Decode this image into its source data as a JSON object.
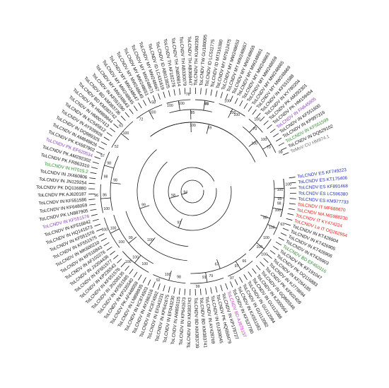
{
  "tree": {
    "colors": {
      "default": "#111111",
      "blue": "#1f2fb5",
      "red": "#e0201b",
      "green": "#2e8b2e",
      "magenta": "#cc33cc",
      "purple": "#8b3fbf",
      "gray": "#6e6e6e"
    },
    "leaves": [
      {
        "label": "ToLCNDV ES KF749223",
        "color": "blue"
      },
      {
        "label": "ToLCNDV ES KT175406",
        "color": "blue"
      },
      {
        "label": "ToLCNDV ES KF891468",
        "color": "blue"
      },
      {
        "label": "ToLCNDV ES LC596380",
        "color": "blue"
      },
      {
        "label": "ToLCNDV ES KM977733",
        "color": "blue"
      },
      {
        "label": "ToLCNDV IT MF688670",
        "color": "red"
      },
      {
        "label": "ToLCNDV MA MG988230",
        "color": "red"
      },
      {
        "label": "ToLCNDV IT KY474224",
        "color": "red"
      },
      {
        "label": "ToLCNDV Le IT OQ262954",
        "color": "red"
      },
      {
        "label": "ToLCNDV IN KT426904",
        "color": "default"
      },
      {
        "label": "ToLCNDV IN KT426905",
        "color": "default"
      },
      {
        "label": "ToLCNDV IN KT426906",
        "color": "default"
      },
      {
        "label": "ToLCNDV IN KT426903",
        "color": "default"
      },
      {
        "label": "ToLCNDV BD EF450316",
        "color": "green"
      },
      {
        "label": "ToLCNDV PK KF191047",
        "color": "default"
      },
      {
        "label": "ToLCNDV PK DQ116883",
        "color": "default"
      },
      {
        "label": "ToLCNDV IN KF264185",
        "color": "default"
      },
      {
        "label": "ToLCNDV IN KJ778694",
        "color": "default"
      },
      {
        "label": "ToLCNDV PK KF602409",
        "color": "default"
      },
      {
        "label": "ToLCNDV IN GQ865546",
        "color": "default"
      },
      {
        "label": "ToLCNDV IN KJ000564",
        "color": "default"
      },
      {
        "label": "ToLCNDV IN GU112088",
        "color": "default"
      },
      {
        "label": "ToLCNDV IN GU112084",
        "color": "default"
      },
      {
        "label": "ToLCNDV IN GU112082",
        "color": "default"
      },
      {
        "label": "ToLCNDV IN KX551582",
        "color": "default"
      },
      {
        "label": "ToLCNDV IN KF537780",
        "color": "default"
      },
      {
        "label": "ToLCNDV BD AJ875157",
        "color": "magenta"
      },
      {
        "label": "ToLCNDV IN KP178727",
        "color": "default"
      },
      {
        "label": "ToLCNDV PK HQ658479",
        "color": "default"
      },
      {
        "label": "ToLCNDV IN EU309045",
        "color": "default"
      },
      {
        "label": "ToLCNDV IN AY428769",
        "color": "default"
      },
      {
        "label": "ToLCNDV BD KM383741",
        "color": "default"
      },
      {
        "label": "ToLCNDV BD KM383739",
        "color": "default"
      },
      {
        "label": "ToLCNDV BD KM383743",
        "color": "default"
      },
      {
        "label": "ToLCNDV IN KP641673",
        "color": "default"
      },
      {
        "label": "ToLCNDV IN AM850115",
        "color": "default"
      },
      {
        "label": "ToLCNDV IN EF043230",
        "color": "default"
      },
      {
        "label": "ToLCNDV IN KP641675",
        "color": "default"
      },
      {
        "label": "ToLCNDV IN EF043231",
        "color": "default"
      },
      {
        "label": "ToLCNDV IN KC874502",
        "color": "default"
      },
      {
        "label": "ToLCNDV IN AY286316",
        "color": "default"
      },
      {
        "label": "ToLCNDV IN KC874503",
        "color": "default"
      },
      {
        "label": "ToLCNDV IN LN898935",
        "color": "default"
      },
      {
        "label": "ToLCNDV PK AF448058",
        "color": "default"
      },
      {
        "label": "ToLCNDV IN KP235540",
        "color": "default"
      },
      {
        "label": "ToLCNDV IN KF551585",
        "color": "default"
      },
      {
        "label": "ToLCNDV IN JN208135",
        "color": "default"
      },
      {
        "label": "ToLCNDV IN KF551576",
        "color": "default"
      },
      {
        "label": "ToLCNDV IN KP235543",
        "color": "default"
      },
      {
        "label": "ToLCNDV IN KF551577",
        "color": "default"
      },
      {
        "label": "ToLCNDV IN JX204436",
        "color": "default"
      },
      {
        "label": "ToLCNDV IN AF102276",
        "color": "default"
      },
      {
        "label": "ToLCNDV IN KF516843",
        "color": "default"
      },
      {
        "label": "ToLCNDV IN MK600210",
        "color": "default"
      },
      {
        "label": "ToLCNDV IN KF551575",
        "color": "default"
      },
      {
        "label": "ToLCNDV IN KF551578",
        "color": "default"
      },
      {
        "label": "ToLCNDV IN HQ141673",
        "color": "default"
      },
      {
        "label": "ToLCNDV IN KF516842",
        "color": "default"
      },
      {
        "label": "ToLCNDV IN KF551576",
        "color": "purple"
      },
      {
        "label": "ToLCNDV PK LN887905",
        "color": "default"
      },
      {
        "label": "ToLCNDV IN KF648059",
        "color": "default"
      },
      {
        "label": "ToLCNDV IN KF551586",
        "color": "default"
      },
      {
        "label": "ToLCNDV PK AJ620187",
        "color": "default"
      },
      {
        "label": "ToLCNDV PK DQ116880",
        "color": "default"
      },
      {
        "label": "ToLCNDV IN JN129254",
        "color": "default"
      },
      {
        "label": "ToLCNDV IN JX460806",
        "color": "default"
      },
      {
        "label": "ToLCNDV IN HT015.2",
        "color": "green"
      },
      {
        "label": "ToLCNDV PK FR863310",
        "color": "default"
      },
      {
        "label": "ToLCNDV PK AM292302",
        "color": "default"
      },
      {
        "label": "ToLCNDV PK EF620534",
        "color": "purple"
      },
      {
        "label": "ToLCNDV PK KX687902",
        "color": "default"
      },
      {
        "label": "ToLCNDV IN AM849826",
        "color": "default"
      },
      {
        "label": "ToLCNDV IN DQ989325",
        "color": "default"
      },
      {
        "label": "ToLCNDV IN AY939926",
        "color": "default"
      },
      {
        "label": "ToLCNDV IN KC545812",
        "color": "default"
      },
      {
        "label": "ToLCNDV IN HM007413",
        "color": "default"
      },
      {
        "label": "ToLCNDV PK HM989844",
        "color": "default"
      },
      {
        "label": "ToLCNDV BD KM383742",
        "color": "default"
      },
      {
        "label": "ToLCNDV BD KM383736",
        "color": "default"
      },
      {
        "label": "ToLCNDV IN KF551590",
        "color": "default"
      },
      {
        "label": "ToLCNDV MY MW248643",
        "color": "default"
      },
      {
        "label": "ToLCNDV MY MW248645",
        "color": "default"
      },
      {
        "label": "ToLCNDV MY MW248647",
        "color": "default"
      },
      {
        "label": "ToLCNDV MY MW248649",
        "color": "default"
      },
      {
        "label": "ToLCNDV MY MW248651",
        "color": "default"
      },
      {
        "label": "ToLCNDV MY MW248671",
        "color": "default"
      },
      {
        "label": "ToLCNDV MY MW248667",
        "color": "default"
      },
      {
        "label": "ToLCNDV ID LC431619",
        "color": "default"
      },
      {
        "label": "ToLCNDV ID AB613825",
        "color": "default"
      },
      {
        "label": "ToLCNDV TH AF102276",
        "color": "default"
      },
      {
        "label": "ToLCNDV TH JN809814",
        "color": "default"
      },
      {
        "label": "ToLCNDV TH AB330079",
        "color": "default"
      },
      {
        "label": "ToLCNDV TH AB368447",
        "color": "default"
      },
      {
        "label": "ToLCNDV TH KU992383",
        "color": "default"
      },
      {
        "label": "ToLCNDV TW GU180095",
        "color": "default"
      },
      {
        "label": "ToLCNDV ID LC511775",
        "color": "default"
      },
      {
        "label": "ToLCNDV ID MT316380",
        "color": "default"
      },
      {
        "label": "ToLCNDV MY MT912475",
        "color": "default"
      },
      {
        "label": "ToLCNDV MY MW248653",
        "color": "default"
      },
      {
        "label": "ToLCNDV MY MW248657",
        "color": "default"
      },
      {
        "label": "ToLCNDV MY MW248655",
        "color": "default"
      },
      {
        "label": "ToLCNDV MY MW248661",
        "color": "default"
      },
      {
        "label": "ToLCNDV MY MW248663",
        "color": "default"
      },
      {
        "label": "ToLCNDV MY MW248659",
        "color": "default"
      },
      {
        "label": "ToLCNDV MY MW248665",
        "color": "default"
      },
      {
        "label": "ToLCNDV MY MW248669",
        "color": "default"
      },
      {
        "label": "ToLCNDV IN KF551588",
        "color": "default"
      },
      {
        "label": "ToLCNDV IN KY780204",
        "color": "default"
      },
      {
        "label": "ToLCNDV PK AM292301",
        "color": "default"
      },
      {
        "label": "ToLCNDV PK HM159454",
        "color": "default"
      },
      {
        "label": "ToLCNDV IN FN645905",
        "color": "purple"
      },
      {
        "label": "ToLCNDV IN KF551600",
        "color": "default"
      },
      {
        "label": "ToLCNDV IN KP997316",
        "color": "default"
      },
      {
        "label": "ToLCNDV IN KF551599",
        "color": "green"
      },
      {
        "label": "ToLCNDV IN DQ629102",
        "color": "default"
      },
      {
        "label": "ToMoV CU HM874.1",
        "color": "gray"
      }
    ],
    "bootstrap": [
      "100",
      "100",
      "95",
      "100",
      "100",
      "88",
      "97",
      "91",
      "67",
      "100",
      "100",
      "100",
      "99",
      "100",
      "86",
      "98",
      "98",
      "100",
      "99",
      "91",
      "100",
      "100",
      "88",
      "85",
      "100",
      "100",
      "70",
      "70",
      "100",
      "69",
      "58",
      "94",
      "100",
      "98",
      "63",
      "100",
      "100",
      "66",
      "97",
      "79",
      "99",
      "98",
      "92",
      "100",
      "100",
      "100",
      "100",
      "100",
      "96",
      "98",
      "57",
      "52",
      "63",
      "72",
      "58",
      "100",
      "78",
      "74",
      "100",
      "100",
      "100",
      "100",
      "99"
    ]
  }
}
